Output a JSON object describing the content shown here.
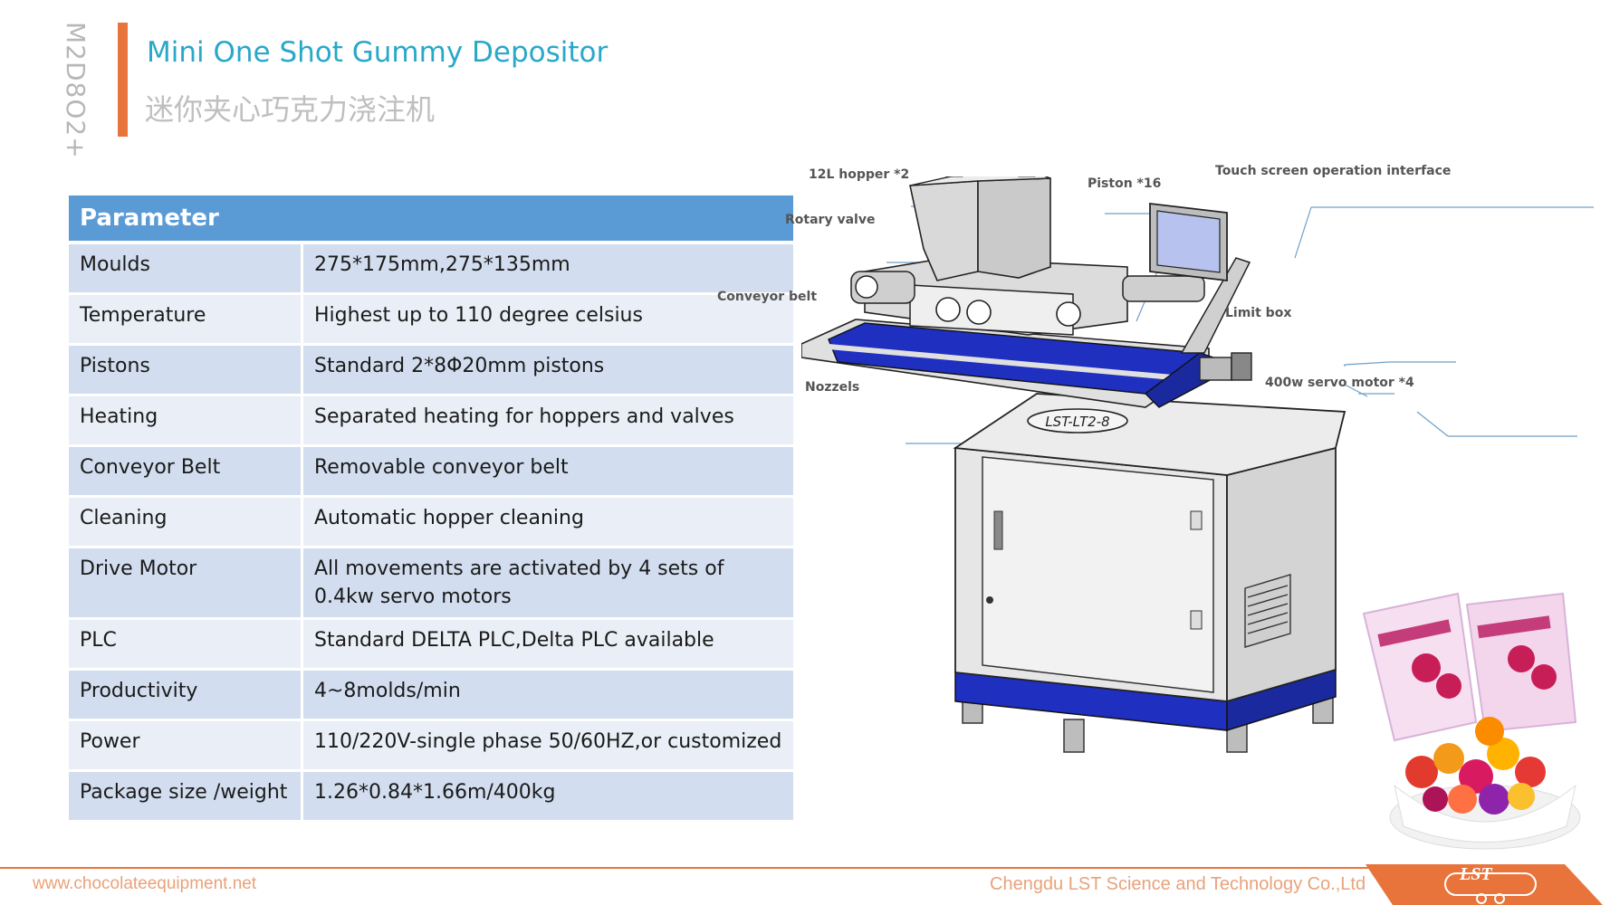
{
  "header": {
    "model_code": "M2D8O2+",
    "title_en": "Mini One Shot Gummy Depositor",
    "title_cn": "迷你夹心巧克力浇注机"
  },
  "table": {
    "header": "Parameter",
    "rows": [
      {
        "key": "Moulds",
        "value": "275*175mm,275*135mm"
      },
      {
        "key": "Temperature",
        "value": "Highest up to 110 degree celsius"
      },
      {
        "key": "Pistons",
        "value": "Standard 2*8Φ20mm pistons"
      },
      {
        "key": "Heating",
        "value": "Separated heating for hoppers and valves"
      },
      {
        "key": "Conveyor Belt",
        "value": "Removable conveyor belt"
      },
      {
        "key": "Cleaning",
        "value": "Automatic hopper cleaning"
      },
      {
        "key": "Drive Motor",
        "value": "All movements are activated by 4 sets of 0.4kw servo motors"
      },
      {
        "key": "PLC",
        "value": "Standard DELTA PLC,Delta PLC available"
      },
      {
        "key": "Productivity",
        "value": "4~8molds/min"
      },
      {
        "key": "Power",
        "value": "110/220V-single phase 50/60HZ,or customized"
      },
      {
        "key": "Package size /weight",
        "value": "1.26*0.84*1.66m/400kg"
      }
    ]
  },
  "callouts": {
    "hopper": "12L hopper *2",
    "piston": "Piston *16",
    "touch_screen": "Touch screen operation interface",
    "rotary_valve": "Rotary valve",
    "conveyor_belt": "Conveyor belt",
    "limit_box": "Limit box",
    "servo_motor": "400w servo motor *4",
    "nozzels": "Nozzels"
  },
  "machine_label": "LST-LT2-8",
  "footer": {
    "url": "www.chocolateequipment.net",
    "company": "Chengdu LST Science and Technology Co.,Ltd",
    "logo": "LST"
  },
  "colors": {
    "accent": "#e8743b",
    "title": "#29a8c9",
    "table_header": "#5b9bd5",
    "row_dark": "#d2deef",
    "row_light": "#eaeff7",
    "belt": "#1f2fbf"
  }
}
